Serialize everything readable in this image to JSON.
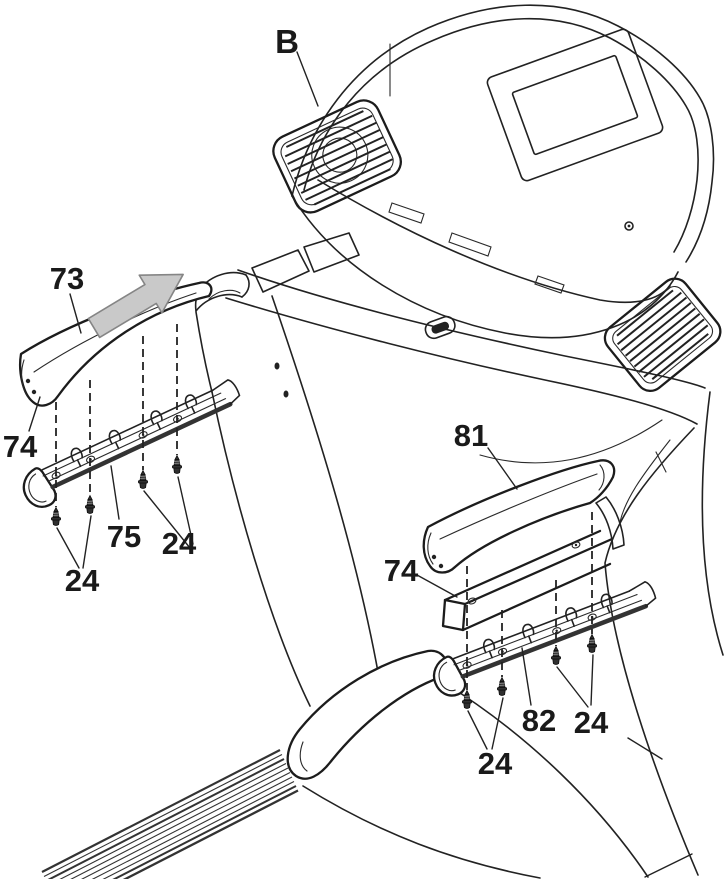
{
  "style": {
    "background": "#ffffff",
    "line_color": "#222222",
    "label_color": "#1a1a1a",
    "arrow_fill": "#c9c9c9",
    "arrow_stroke": "#858585"
  },
  "callouts": {
    "console": "B",
    "left_cover": "73",
    "left_rail_end": "74",
    "left_bracket": "75",
    "left_screws_inner": "24",
    "left_screws_outer": "24",
    "right_cover": "81",
    "right_rail": "74",
    "right_bracket": "82",
    "right_screws_inner": "24",
    "right_screws_outer": "24"
  }
}
